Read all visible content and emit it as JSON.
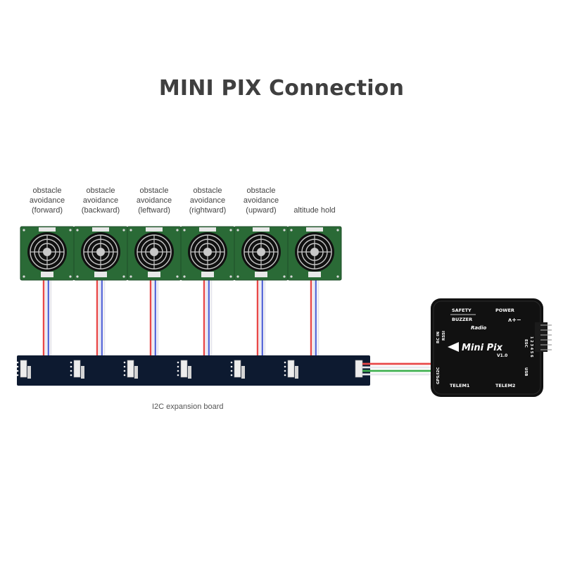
{
  "title": "MINI PIX Connection",
  "sensors": [
    {
      "lines": [
        "obstacle",
        "avoidance",
        "(forward)"
      ]
    },
    {
      "lines": [
        "obstacle",
        "avoidance",
        "(backward)"
      ]
    },
    {
      "lines": [
        "obstacle",
        "avoidance",
        "(leftward)"
      ]
    },
    {
      "lines": [
        "obstacle",
        "avoidance",
        "(rightward)"
      ]
    },
    {
      "lines": [
        "obstacle",
        "avoidance",
        "(upward)"
      ]
    },
    {
      "lines": [
        "altitude hold"
      ]
    }
  ],
  "expansion_board_label": "I2C expansion board",
  "controller": {
    "safety": "SAFETY",
    "buzzer": "BUZZER",
    "power": "POWER",
    "radio": "Radio",
    "brand": "Mini Pix",
    "version": "V1.0",
    "rc_in": "RC IN",
    "rssi": "RSSI",
    "gps_i2c": "GPS/I2C",
    "esc": "ESC",
    "esc_numbers": "1 2 3 4 5 6",
    "signal_marks": "ʌ+−",
    "usb": "USB",
    "telem1": "TELEM1",
    "telem2": "TELEM2"
  },
  "colors": {
    "sensor_board": "#2a6a36",
    "expansion_board": "#0d1a30",
    "controller": "#111111",
    "wire_red": "#e84848",
    "wire_blue": "#5a6ad8",
    "wire_white": "#e8e8ee",
    "wire_green": "#40b050"
  }
}
